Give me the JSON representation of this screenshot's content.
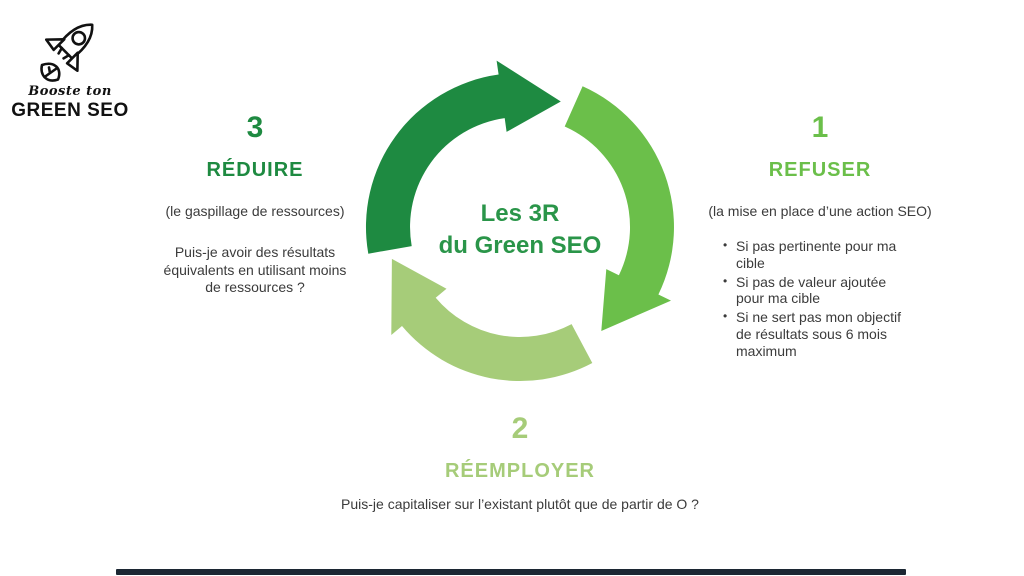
{
  "logo": {
    "tagline": "Booste ton",
    "brand": "GREEN SEO"
  },
  "diagram": {
    "title_line1": "Les 3R",
    "title_line2": "du Green SEO"
  },
  "sections": {
    "reduire": {
      "number": "3",
      "title": "RÉDUIRE",
      "subtitle": "(le gaspillage de ressources)",
      "question": "Puis-je avoir des résultats équivalents en utilisant moins de ressources ?"
    },
    "refuser": {
      "number": "1",
      "title": "REFUSER",
      "subtitle": "(la mise en place d’une action SEO)",
      "bullets": [
        "Si pas pertinente pour ma cible",
        "Si pas de valeur ajoutée pour ma cible",
        "Si ne sert pas mon objectif de résultats sous 6 mois maximum"
      ]
    },
    "reemployer": {
      "number": "2",
      "title": "RÉEMPLOYER",
      "question": "Puis-je capitaliser sur l’existant plutôt que de partir de O ?"
    }
  },
  "colors": {
    "dark_green": "#1e8a41",
    "medium_green": "#6bbf4a",
    "light_green": "#a6cc79",
    "title_green": "#2a9549",
    "body_text": "#3b3b3b",
    "logo_black": "#111111",
    "bottom_bar": "#1c2733"
  }
}
